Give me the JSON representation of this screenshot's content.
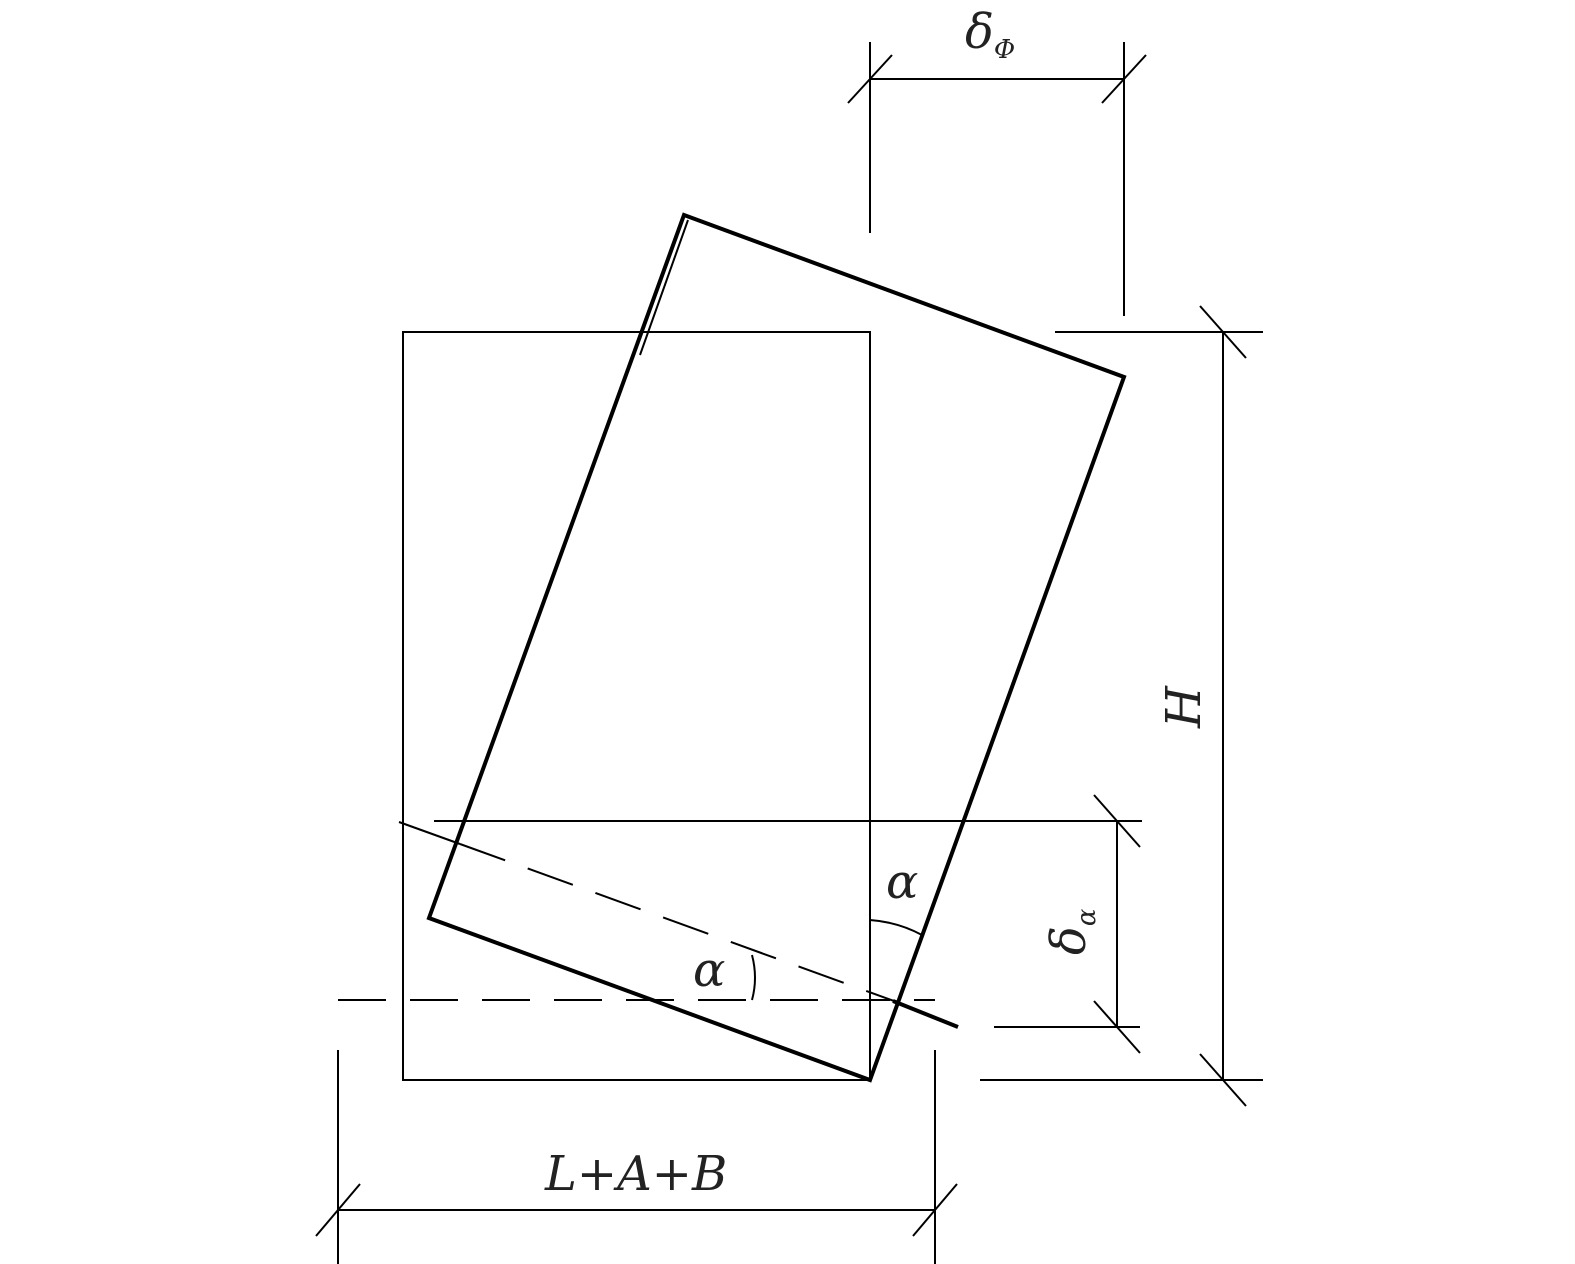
{
  "labels": {
    "delta_phi": {
      "symbol": "δ",
      "subscript": "Φ"
    },
    "delta_alpha": {
      "symbol": "δ",
      "subscript": "α"
    },
    "height": "H",
    "width": "L+A+B",
    "angle_upper": "α",
    "angle_lower": "α"
  }
}
